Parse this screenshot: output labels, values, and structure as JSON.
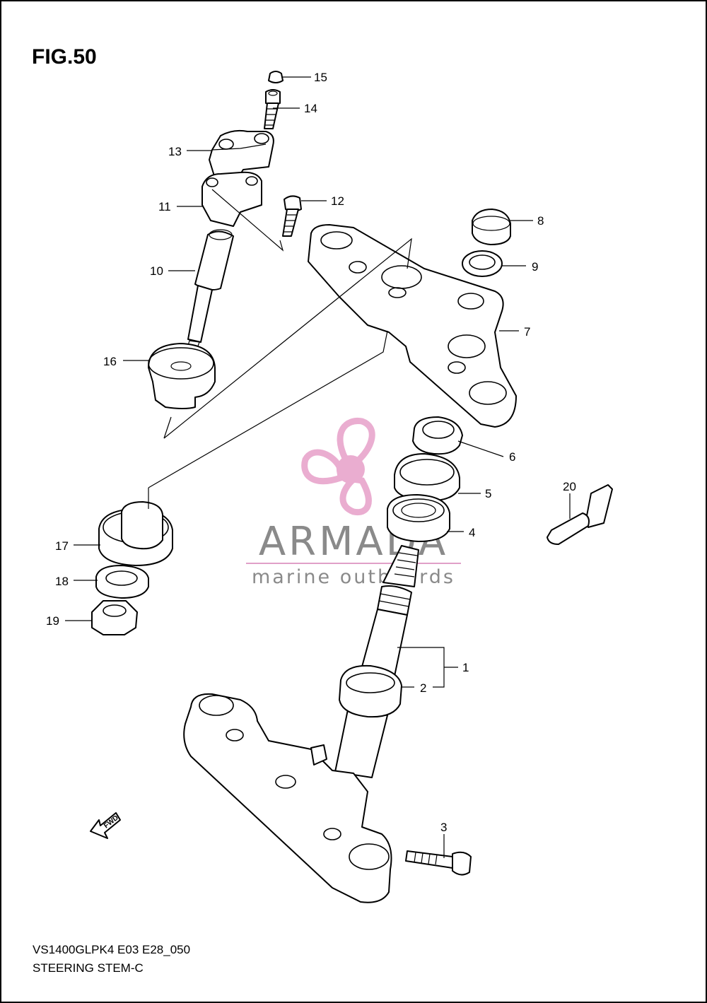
{
  "figure": {
    "title": "FIG.50",
    "model_code": "VS1400GLPK4 E03 E28_050",
    "diagram_name": "STEERING STEM-C"
  },
  "fwd_arrow": {
    "label": "FWD",
    "icon": "fwd-arrow-icon"
  },
  "watermark": {
    "brand": "ARMADA",
    "tagline": "marine outboards",
    "logo_icon": "propeller-icon",
    "colors": {
      "logo": "#e8a5cc",
      "text": "#8a8a8a",
      "line": "#e0a0c8"
    }
  },
  "callouts": [
    {
      "number": "15"
    },
    {
      "number": "14"
    },
    {
      "number": "13"
    },
    {
      "number": "11"
    },
    {
      "number": "12"
    },
    {
      "number": "10"
    },
    {
      "number": "8"
    },
    {
      "number": "9"
    },
    {
      "number": "7"
    },
    {
      "number": "16"
    },
    {
      "number": "6"
    },
    {
      "number": "5"
    },
    {
      "number": "4"
    },
    {
      "number": "20"
    },
    {
      "number": "17"
    },
    {
      "number": "18"
    },
    {
      "number": "19"
    },
    {
      "number": "1"
    },
    {
      "number": "2"
    },
    {
      "number": "3"
    }
  ]
}
